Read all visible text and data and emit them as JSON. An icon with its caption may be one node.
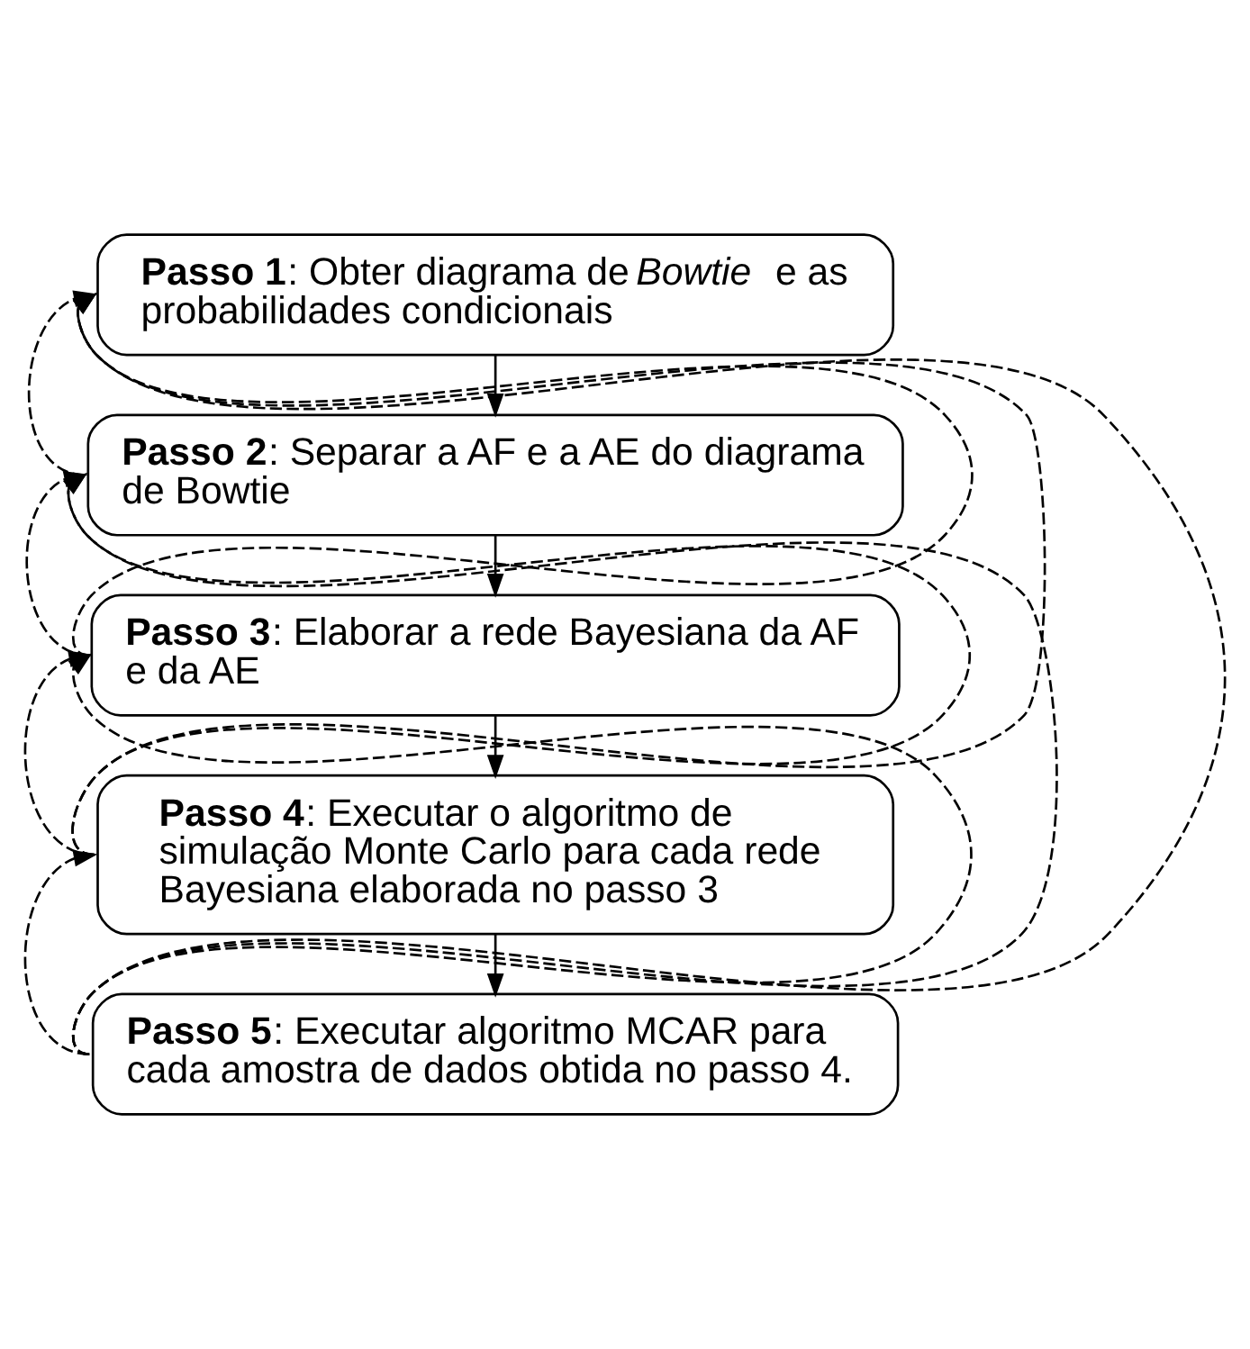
{
  "diagram": {
    "nodes": [
      {
        "text": [
          "**Passo 1**: Obter diagrama de *Bowtie* e as probabilidades condicionais"
        ]
      },
      {
        "text": [
          "**Passo 2**: Separar a AF e a AE do diagrama de Bowtie"
        ]
      },
      {
        "text": [
          "**Passo 3**: Elaborar a rede Bayesiana da AF e da AE"
        ]
      },
      {
        "text": [
          "**Passo 4**: Executar o algoritmo de simulação Monte Carlo para cada rede Bayesiana elaborada no passo 3"
        ]
      },
      {
        "text": [
          "**Passo 5**: Executar algoritmo MCAR para cada amostra de dados obtida no passo 4."
        ]
      }
    ],
    "edges": [
      {
        "from": 0,
        "to": 1,
        "arrow": "to"
      },
      {
        "from": 1,
        "to": 2,
        "arrow": "to"
      },
      {
        "from": 2,
        "to": 3,
        "arrow": "to"
      },
      {
        "from": 3,
        "to": 4,
        "arrow": "to"
      },
      {
        "from": 1,
        "to": 0,
        "arrow": "to",
        "style": "dashed"
      },
      {
        "from": 2,
        "to": 0,
        "arrow": "to",
        "style": "dashed"
      },
      {
        "from": 2,
        "to": 1,
        "arrow": "to",
        "style": "dashed"
      },
      {
        "from": 3,
        "to": 0,
        "arrow": "to",
        "style": "dashed"
      },
      {
        "from": 3,
        "to": 1,
        "arrow": "to",
        "style": "dashed"
      },
      {
        "from": 3,
        "to": 2,
        "arrow": "to",
        "style": "dashed"
      },
      {
        "from": 4,
        "to": 0,
        "arrow": "to",
        "style": "dashed"
      },
      {
        "from": 4,
        "to": 1,
        "arrow": "to",
        "style": "dashed"
      },
      {
        "from": 4,
        "to": 2,
        "arrow": "to",
        "style": "dashed"
      },
      {
        "from": 4,
        "to": 3,
        "arrow": "to",
        "style": "dashed"
      }
    ]
  }
}
